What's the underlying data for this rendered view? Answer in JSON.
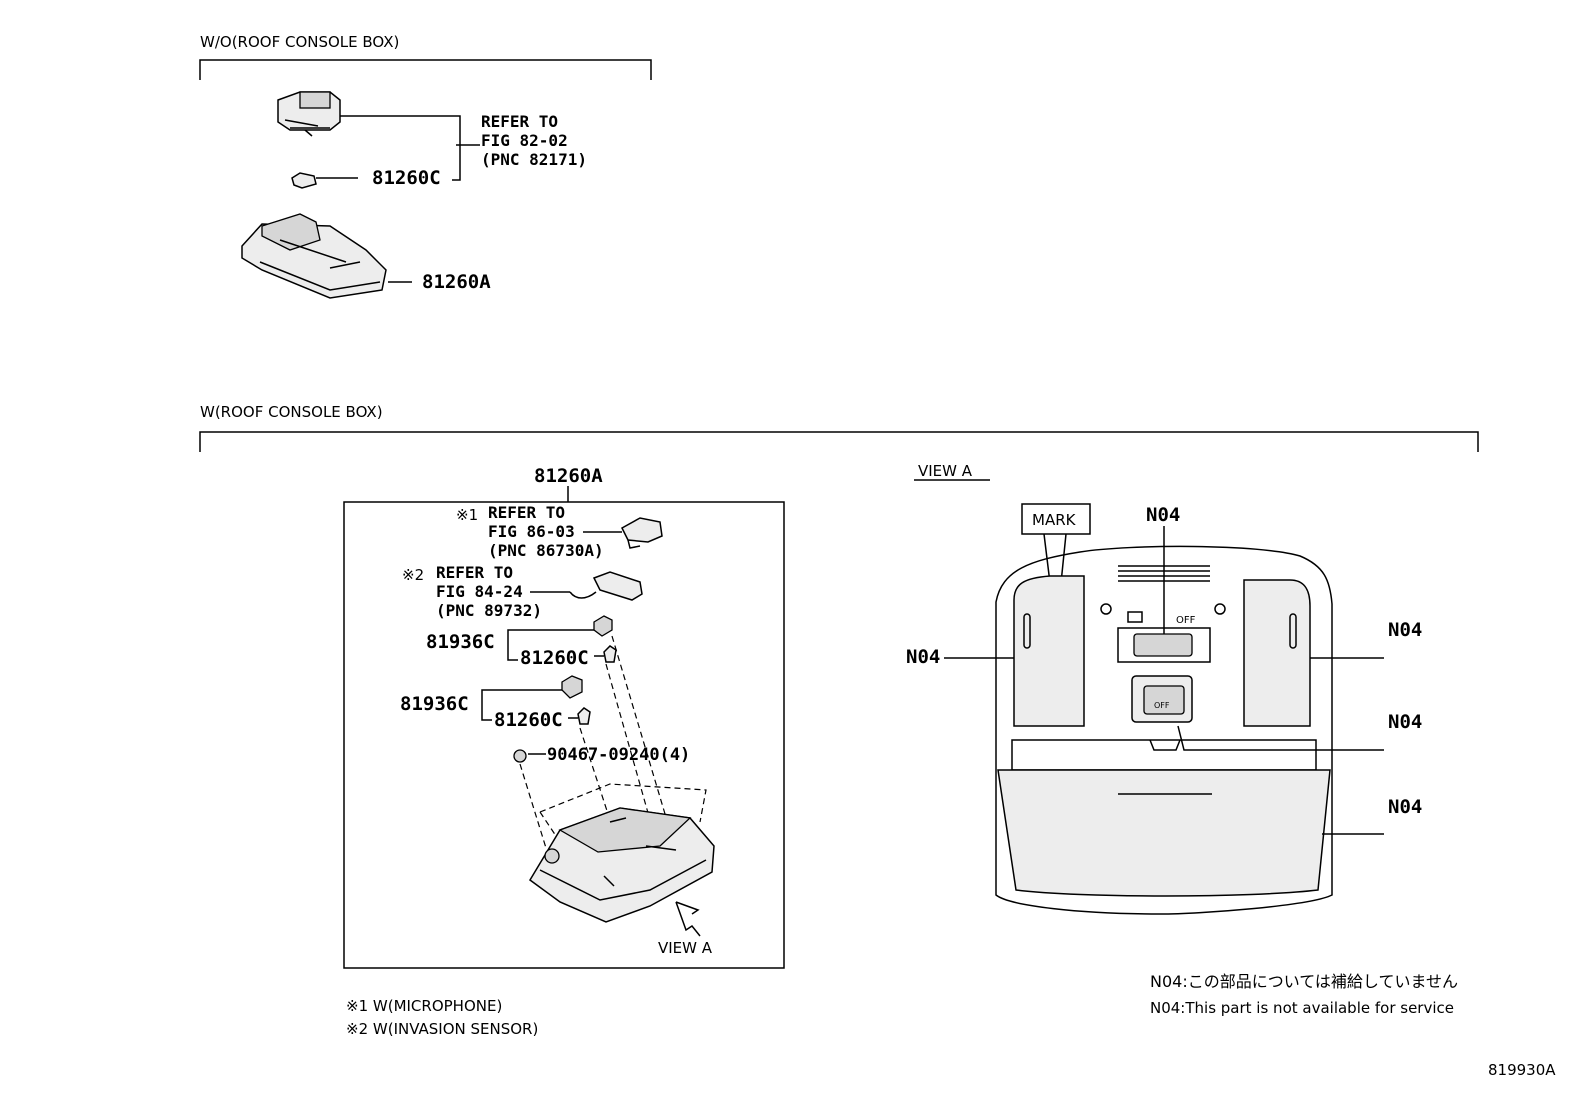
{
  "top_section": {
    "title": "W/O(ROOF CONSOLE BOX)",
    "refer_line1": "REFER TO",
    "refer_line2": "FIG 82-02",
    "refer_line3": "(PNC 82171)",
    "bulb_part": "81260C",
    "lamp_part": "81260A"
  },
  "bottom_section": {
    "title": "W(ROOF CONSOLE BOX)",
    "assembly_part": "81260A",
    "ref1_mark": "※1",
    "ref1_line1": "REFER TO",
    "ref1_line2": "FIG 86-03",
    "ref1_line3": "(PNC 86730A)",
    "ref2_mark": "※2",
    "ref2_line1": "REFER TO",
    "ref2_line2": "FIG 84-24",
    "ref2_line3": "(PNC 89732)",
    "socket1": "81936C",
    "bulb1": "81260C",
    "socket2": "81936C",
    "bulb2": "81260C",
    "screw": "90467-09240(4)",
    "view_arrow_label": "VIEW A",
    "footnote1": "※1 W(MICROPHONE)",
    "footnote2": "※2 W(INVASION SENSOR)"
  },
  "view_a": {
    "title": "VIEW A",
    "mark_label": "MARK",
    "callout_top": "N04",
    "callout_left": "N04",
    "callout_right1": "N04",
    "callout_right2": "N04",
    "callout_right3": "N04",
    "switch_off": "OFF",
    "switch2_off": "OFF"
  },
  "notes": {
    "jp": "N04:この部品については補給していません",
    "en": "N04:This part is not available for service"
  },
  "figure_id": "819930A"
}
